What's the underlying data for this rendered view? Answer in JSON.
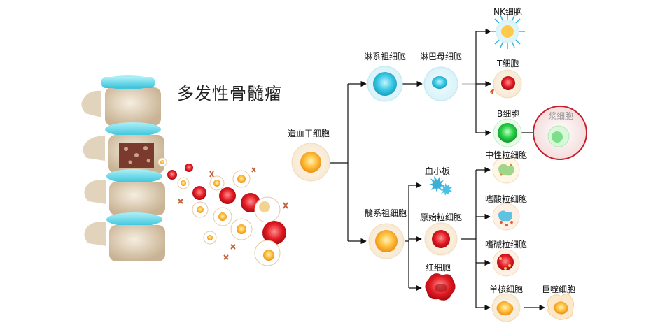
{
  "title": "多发性骨髓瘤",
  "cells": {
    "stem": "造血干细胞",
    "lymphoid_progenitor": "淋系祖细胞",
    "lymphoblast": "淋巴母细胞",
    "nk": "NK细胞",
    "t": "T细胞",
    "b": "B细胞",
    "plasma": "浆细胞",
    "myeloid_progenitor": "髓系祖细胞",
    "platelet": "血小板",
    "myeloblast": "原始粒细胞",
    "rbc": "红细胞",
    "neutrophil": "中性粒细胞",
    "eosinophil": "嗜酸粒细胞",
    "basophil": "嗜碱粒细胞",
    "monocyte": "单核细胞",
    "macrophage": "巨噬细胞"
  }
}
